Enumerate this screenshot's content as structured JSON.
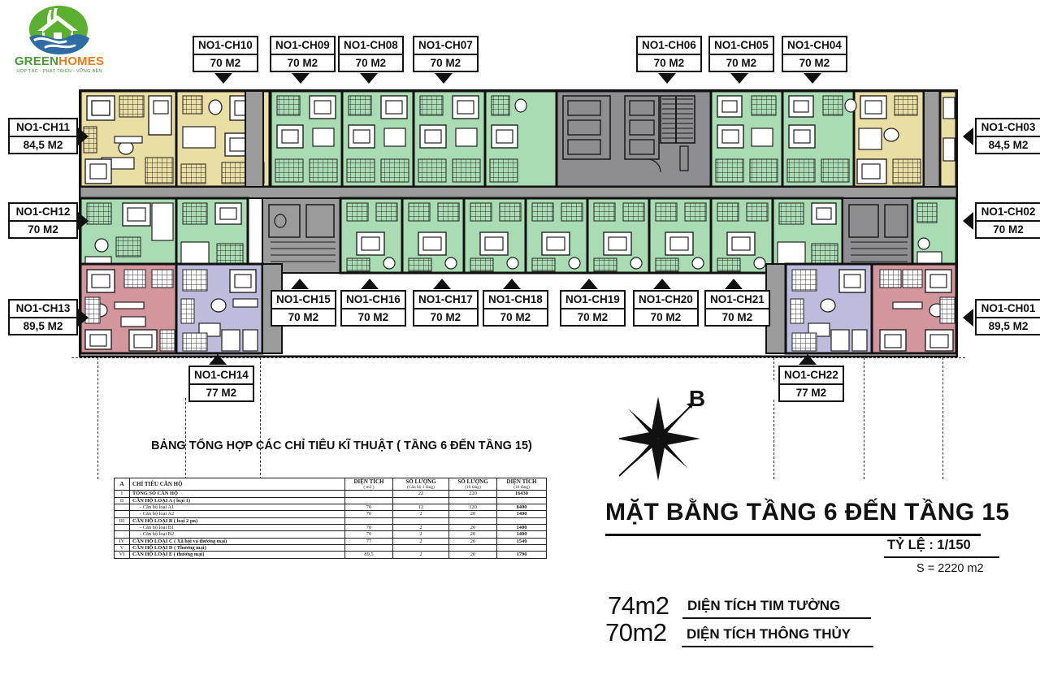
{
  "logo": {
    "brand_green": "GREEN",
    "brand_orange": "HOMES",
    "tagline": "HỢP TÁC - PHÁT TRIỂN - VỮNG BỀN",
    "colors": {
      "green": "#4b9b35",
      "orange": "#ef7c16",
      "blue": "#2e6da4"
    }
  },
  "plan": {
    "title": "MẶT BẰNG TẦNG 6 ĐẾN TẦNG 15",
    "scale": "TỶ LỆ : 1/150",
    "total_area": "S = 2220 m2",
    "compass_north_label": "B",
    "colors": {
      "cream": "#e9dfa4",
      "green": "#a9dcb2",
      "pink": "#d3969d",
      "lavender": "#bdbcdd",
      "corridor": "#9b9b9b",
      "core": "#8e8e92",
      "wall": "#111111"
    }
  },
  "callouts": {
    "top": [
      {
        "code": "NO1-CH10",
        "area": "70 M2"
      },
      {
        "code": "NO1-CH09",
        "area": "70 M2"
      },
      {
        "code": "NO1-CH08",
        "area": "70 M2"
      },
      {
        "code": "NO1-CH07",
        "area": "70 M2"
      },
      {
        "code": "NO1-CH06",
        "area": "70 M2"
      },
      {
        "code": "NO1-CH05",
        "area": "70 M2"
      },
      {
        "code": "NO1-CH04",
        "area": "70 M2"
      }
    ],
    "left": [
      {
        "code": "NO1-CH11",
        "area": "84,5 M2"
      },
      {
        "code": "NO1-CH12",
        "area": "70 M2"
      },
      {
        "code": "NO1-CH13",
        "area": "89,5 M2"
      }
    ],
    "right": [
      {
        "code": "NO1-CH03",
        "area": "84,5 M2"
      },
      {
        "code": "NO1-CH02",
        "area": "70 M2"
      },
      {
        "code": "NO1-CH01",
        "area": "89,5 M2"
      }
    ],
    "middle": [
      {
        "code": "NO1-CH15",
        "area": "70 M2"
      },
      {
        "code": "NO1-CH16",
        "area": "70 M2"
      },
      {
        "code": "NO1-CH17",
        "area": "70 M2"
      },
      {
        "code": "NO1-CH18",
        "area": "70 M2"
      },
      {
        "code": "NO1-CH19",
        "area": "70 M2"
      },
      {
        "code": "NO1-CH20",
        "area": "70 M2"
      },
      {
        "code": "NO1-CH21",
        "area": "70 M2"
      }
    ],
    "bottom": [
      {
        "code": "NO1-CH14",
        "area": "77 M2"
      },
      {
        "code": "NO1-CH22",
        "area": "77 M2"
      }
    ]
  },
  "legend": [
    {
      "value": "74m2",
      "desc": "DIỆN TÍCH TIM TƯỜNG"
    },
    {
      "value": "70m2",
      "desc": "DIỆN TÍCH THÔNG THỦY"
    }
  ],
  "table": {
    "title": "BẢNG TỔNG HỢP CÁC CHỈ TIÊU KĨ THUẬT ( TẦNG 6 ĐẾN TẦNG 15)",
    "headers": {
      "idx": "A",
      "name": "CHỈ TIÊU CĂN HỘ",
      "area": "DIỆN TÍCH",
      "area_sub": "( m2 )",
      "qty_floor": "SỐ LƯỢNG",
      "qty_floor_sub": "(Căn hộ 1 tầng)",
      "qty_total": "SỐ LƯỢNG",
      "qty_total_sub": "(10 tầng)",
      "area_total": "DIỆN TÍCH",
      "area_total_sub": "(10 tầng)"
    },
    "rows": [
      {
        "idx": "I",
        "name": "TỔNG SỐ CĂN HỘ",
        "indent": false,
        "bold": true,
        "area": "",
        "qty_floor": "22",
        "qty_total": "220",
        "area_total": "16430"
      },
      {
        "idx": "II",
        "name": "CĂN HỘ LOẠI A ( loại 1)",
        "indent": false,
        "bold": true,
        "area": "",
        "qty_floor": "",
        "qty_total": "",
        "area_total": ""
      },
      {
        "idx": "",
        "name": "- Căn hộ loại A1",
        "indent": true,
        "bold": false,
        "area": "70",
        "qty_floor": "12",
        "qty_total": "120",
        "area_total": "8400"
      },
      {
        "idx": "",
        "name": "- Căn hộ loại A2",
        "indent": true,
        "bold": false,
        "area": "70",
        "qty_floor": "2",
        "qty_total": "20",
        "area_total": "1400"
      },
      {
        "idx": "III",
        "name": "CĂN HỘ LOẠI B ( loại 2 pn)",
        "indent": false,
        "bold": true,
        "area": "",
        "qty_floor": "",
        "qty_total": "",
        "area_total": ""
      },
      {
        "idx": "",
        "name": "- Căn hộ loại B1",
        "indent": true,
        "bold": false,
        "area": "70",
        "qty_floor": "2",
        "qty_total": "20",
        "area_total": "1400"
      },
      {
        "idx": "",
        "name": "- Căn hộ loại B2",
        "indent": true,
        "bold": false,
        "area": "70",
        "qty_floor": "2",
        "qty_total": "20",
        "area_total": "1400"
      },
      {
        "idx": "IV",
        "name": "CĂN HỘ LOẠI C ( Xã hội và thương mại)",
        "indent": false,
        "bold": true,
        "area": "77",
        "qty_floor": "2",
        "qty_total": "20",
        "area_total": "1540"
      },
      {
        "idx": "V",
        "name": "CĂN HỘ LOẠI D ( Thương mại)",
        "indent": false,
        "bold": true,
        "area": "",
        "qty_floor": "",
        "qty_total": "",
        "area_total": ""
      },
      {
        "idx": "VI",
        "name": "CĂN HỘ LOẠI E ( thương mại)",
        "indent": false,
        "bold": true,
        "area": "89,5",
        "qty_floor": "2",
        "qty_total": "20",
        "area_total": "1790"
      }
    ]
  }
}
